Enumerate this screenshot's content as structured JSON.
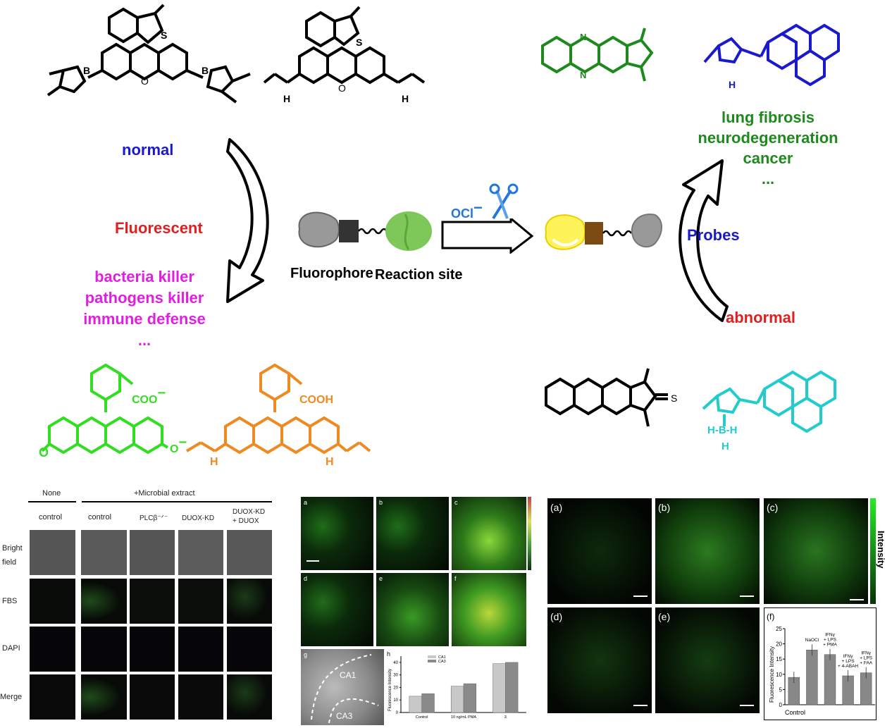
{
  "top_left": {
    "normal_label": "normal",
    "fluorescent_label": "Fluorescent",
    "roles": [
      "bacteria killer",
      "pathogens killer",
      "immune defense",
      "..."
    ]
  },
  "top_right": {
    "diseases": [
      "lung fibrosis",
      "neurodegeneration",
      "cancer",
      "..."
    ],
    "probes_label": "Probes",
    "abnormal_label": "abnormal"
  },
  "center": {
    "ocl_label": "OCl",
    "ocl_charge": "−",
    "fluorophore_label": "Fluorophore",
    "reaction_site_label": "Reaction site"
  },
  "structures": {
    "coo": "COO",
    "coo_charge": "−",
    "cooh": "COOH",
    "o_minus": "O",
    "o_minus_charge": "−",
    "nh": "H",
    "h_bh": "H-B-H",
    "h": "H",
    "s": "S",
    "b": "B",
    "o": "O"
  },
  "panel_left": {
    "group_none": "None",
    "group_microbial": "+Microbial extract",
    "columns": [
      "control",
      "control",
      "PLCβ⁻ᐟ⁻",
      "DUOX-KD",
      "DUOX-KD\n+ DUOX"
    ],
    "rows": [
      "Bright\nfield",
      "FBS",
      "DAPI",
      "Merge"
    ]
  },
  "panel_mid": {
    "tiles": [
      "a",
      "b",
      "c",
      "d",
      "e",
      "f"
    ],
    "g_label": "g",
    "g_ca1": "CA1",
    "g_ca3": "CA3",
    "h_label": "h",
    "chart_data": {
      "type": "bar",
      "categories": [
        "Control",
        "10 ng/mL PMA",
        "3"
      ],
      "series": [
        {
          "name": "CA1",
          "values": [
            13,
            21,
            39
          ]
        },
        {
          "name": "CA3",
          "values": [
            15,
            23,
            40
          ]
        }
      ],
      "ylabel": "Fluorescence Intensity",
      "ylim": [
        0,
        45
      ],
      "yticks": [
        0,
        10,
        20,
        30,
        40
      ]
    }
  },
  "panel_right": {
    "tiles": [
      "(a)",
      "(b)",
      "(c)",
      "(d)",
      "(e)"
    ],
    "intensity_label": "Intensity",
    "f_label": "(f)",
    "chart_data": {
      "type": "bar",
      "categories": [
        "Control",
        "NaOCl",
        "IFNγ + LPS + PMA",
        "IFNγ + LPS + 4-ABAH",
        "IFNγ + LPS + FAA"
      ],
      "values": [
        9,
        18,
        16.5,
        9.5,
        10.5
      ],
      "ylabel": "Fluorescence Intensity",
      "ylim": [
        0,
        25
      ],
      "yticks": [
        0,
        5,
        10,
        15,
        20,
        25
      ],
      "bar_labels": [
        "",
        "NaOCl",
        "IFNγ\n+ LPS\n+ PMA",
        "IFNγ\n+ LPS\n+ 4-ABAH",
        "IFNγ\n+ LPS\n+ FAA"
      ],
      "x_label_shown": "Control"
    }
  },
  "colors": {
    "blue": "#1a1acc",
    "red": "#e02020",
    "magenta": "#e020e0",
    "green": "#1e8a1e",
    "bright_green": "#33dd22",
    "orange": "#ee8a22",
    "cyan": "#22cccc",
    "ocl_blue": "#2277dd"
  }
}
